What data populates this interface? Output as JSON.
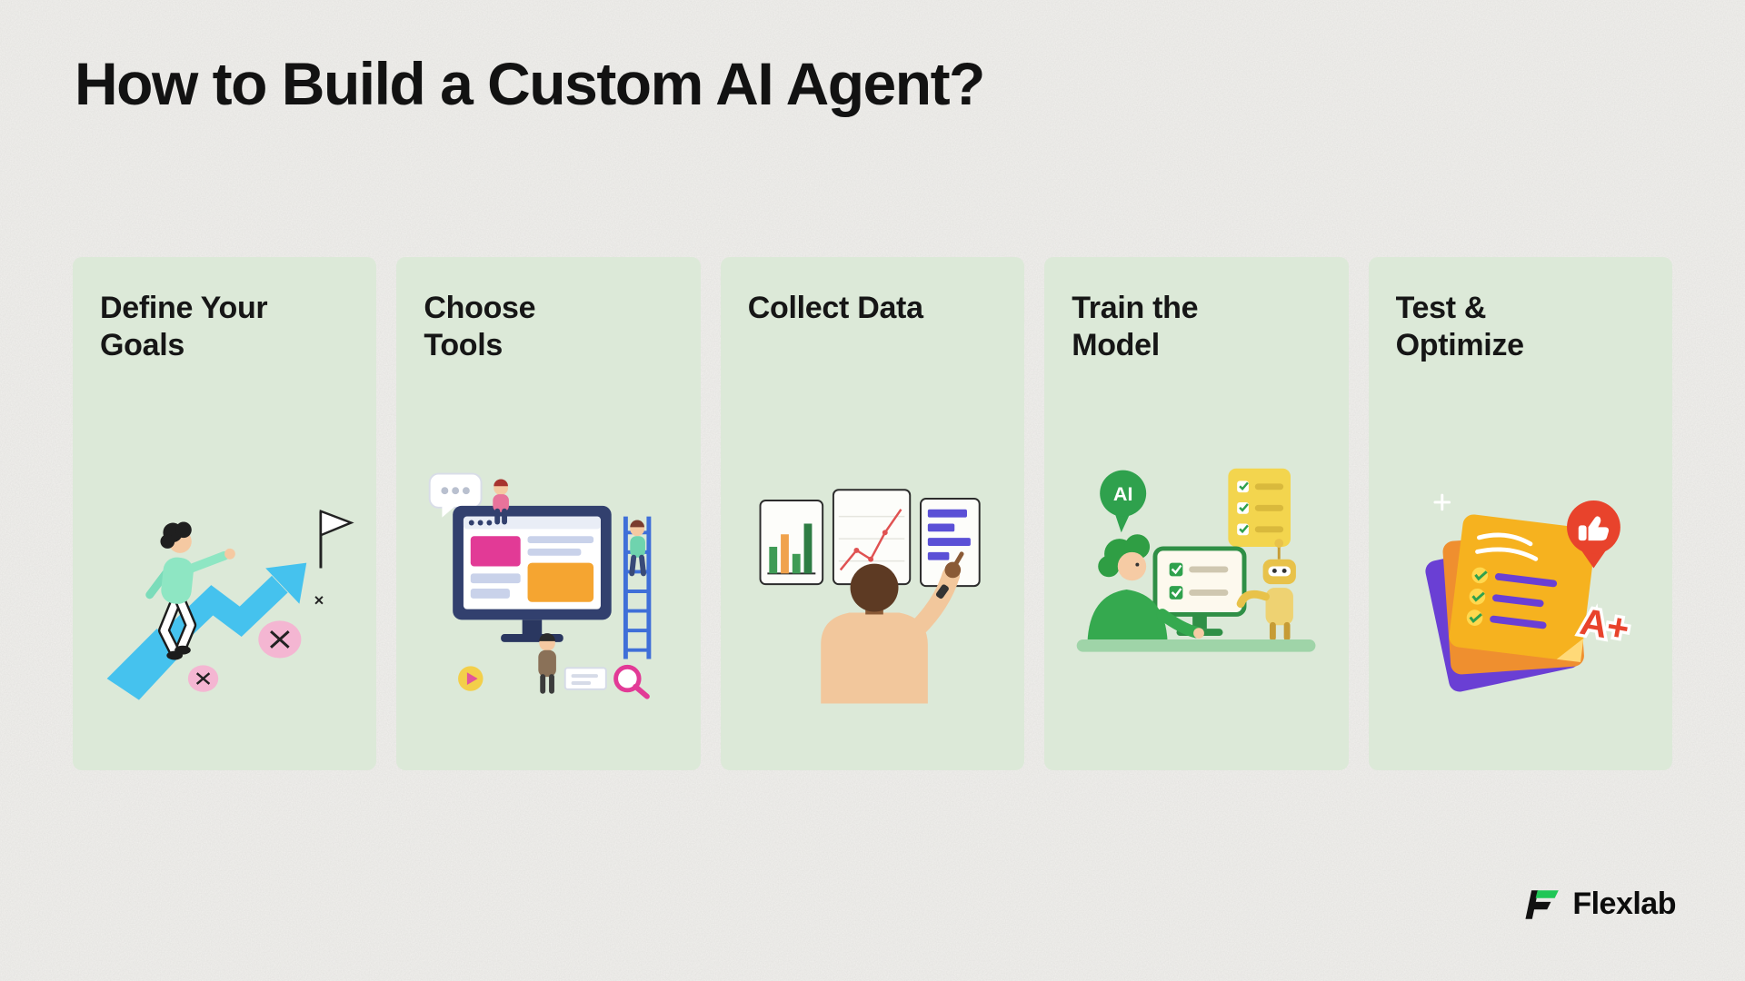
{
  "page": {
    "title": "How to Build a Custom AI Agent?"
  },
  "cards": [
    {
      "title": "Define Your\nGoals",
      "illustration": "person-climbing-arrow-steps"
    },
    {
      "title": "Choose\nTools",
      "illustration": "team-building-website-on-monitor"
    },
    {
      "title": "Collect Data",
      "illustration": "analyst-viewing-data-panels"
    },
    {
      "title": "Train the\nModel",
      "illustration": "developer-teaching-robot",
      "bubble_text": "AI"
    },
    {
      "title": "Test &\nOptimize",
      "illustration": "checklist-documents-thumbs-up",
      "grade_text": "A+"
    }
  ],
  "logo": {
    "text": "Flexlab"
  },
  "colors": {
    "background": "#f2f1ee",
    "card_background": "#dce9d8",
    "title_text": "#121212",
    "accent_blue": "#45c2ee",
    "accent_green": "#2fa14d",
    "accent_pink": "#e23a96",
    "accent_purple": "#6a3fd4",
    "accent_gold": "#f6b21f",
    "accent_red": "#e8432c",
    "logo_green": "#1fc655"
  }
}
